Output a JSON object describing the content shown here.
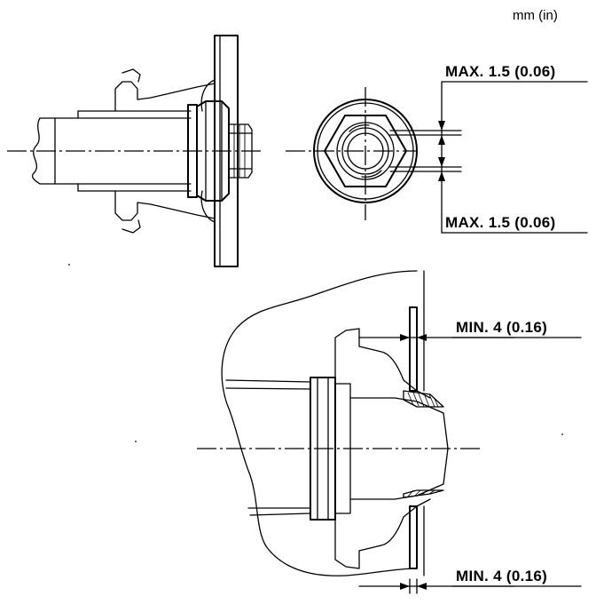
{
  "units_label": "mm (in)",
  "labels": {
    "max_top": "MAX. 1.5 (0.06)",
    "max_bottom": "MAX. 1.5 (0.06)",
    "min_top": "MIN. 4 (0.16)",
    "min_bottom": "MIN. 4 (0.16)"
  }
}
